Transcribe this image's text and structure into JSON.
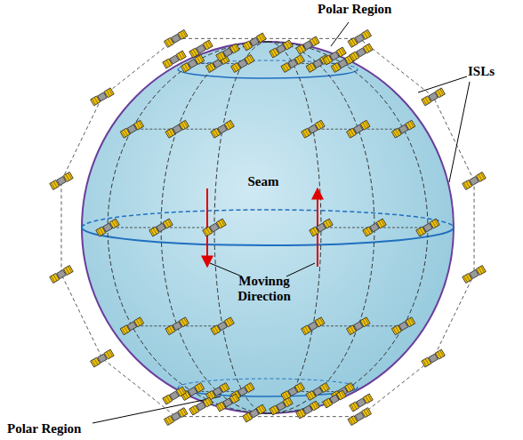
{
  "diagram": {
    "labels": [
      "Polar Region",
      "ISLs",
      "Seam",
      "Movinng Direction",
      "Polar Region"
    ]
  }
}
